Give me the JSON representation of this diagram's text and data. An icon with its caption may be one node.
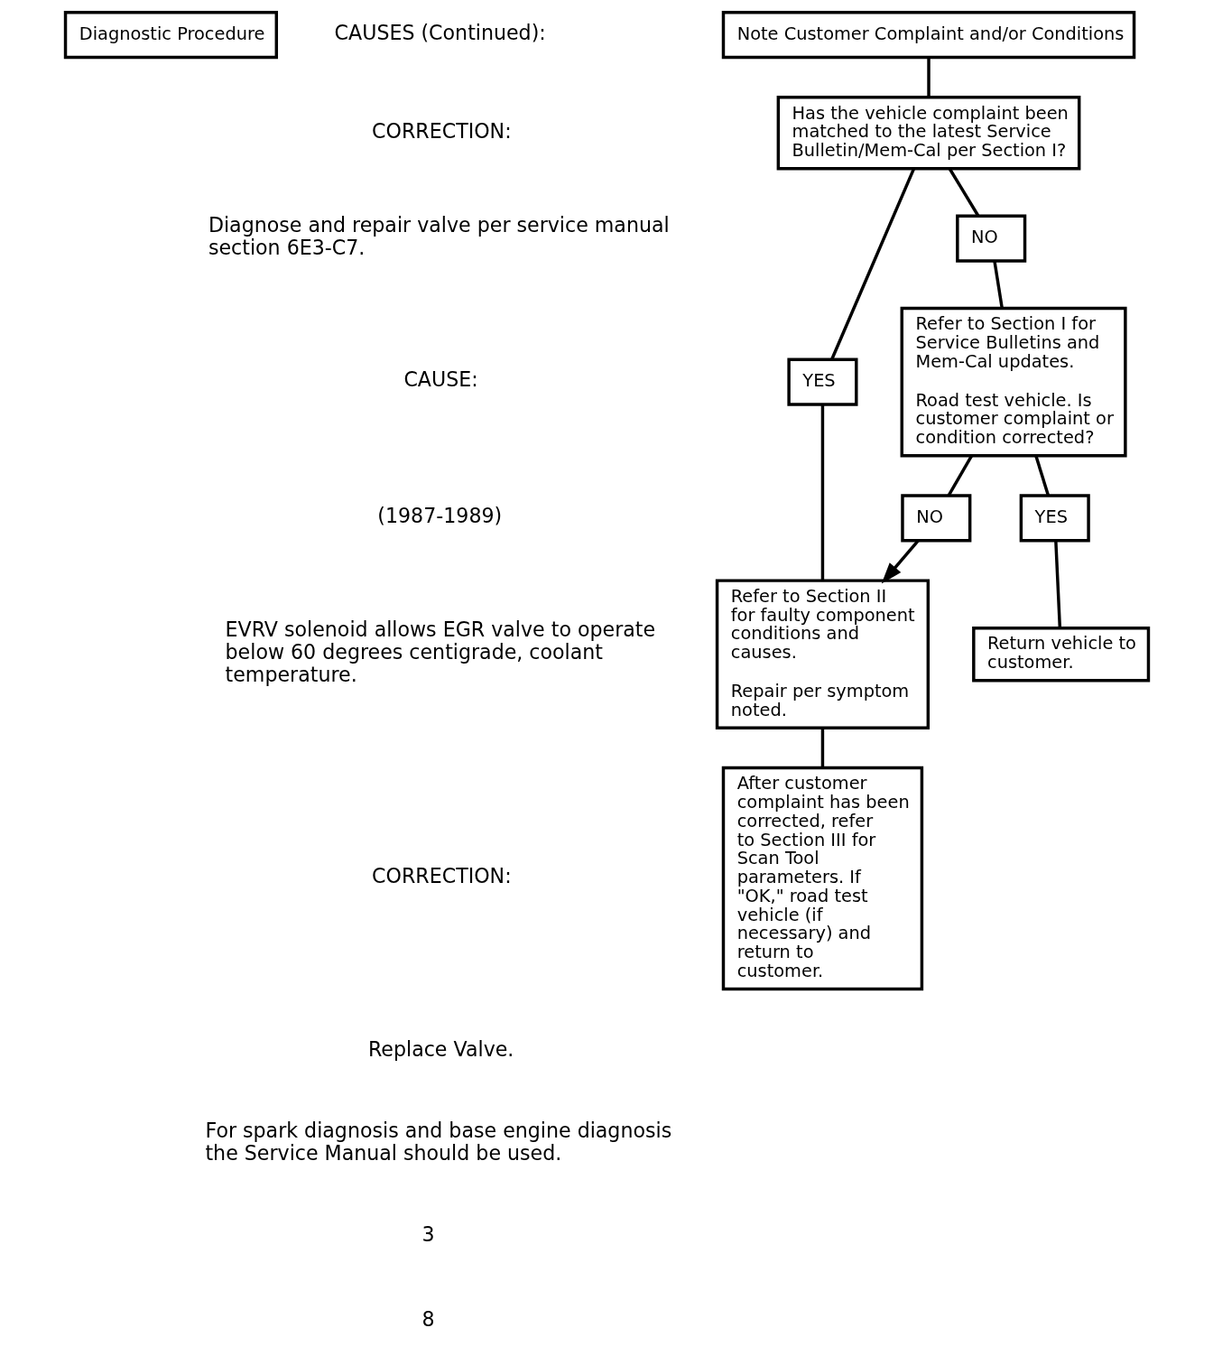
{
  "diagram": {
    "nodes": [
      {
        "text": [
          "Diagnostic Procedure"
        ]
      },
      {
        "text": [
          "Note Customer Complaint and/or Conditions"
        ]
      },
      {
        "text": [
          "Has the vehicle complaint been matched to the latest Service Bulletin/Mem-Cal per Section I?"
        ]
      },
      {
        "text": [
          "YES"
        ]
      },
      {
        "text": [
          "NO"
        ]
      },
      {
        "text": [
          "Refer to Section II for faulty component conditions and causes.",
          "Repair per symptom noted."
        ]
      },
      {
        "text": [
          "Refer to Section I for Service Bulletins and Mem-Cal updates.",
          "Road test vehicle. Is customer complaint or condition corrected?"
        ]
      },
      {
        "text": [
          "NO"
        ]
      },
      {
        "text": [
          "YES"
        ]
      },
      {
        "text": [
          "After customer complaint has been corrected, refer to Section III for Scan Tool parameters. If \"OK,\" road test vehicle (if necessary) and return to customer."
        ]
      },
      {
        "text": [
          "Return vehicle to customer."
        ]
      }
    ],
    "edges": [
      {
        "from": 1,
        "to": 2,
        "arrow": "none"
      },
      {
        "from": 2,
        "to": 3,
        "arrow": "none"
      },
      {
        "from": 2,
        "to": 4,
        "arrow": "none"
      },
      {
        "from": 3,
        "to": 5,
        "arrow": "none"
      },
      {
        "from": 4,
        "to": 6,
        "arrow": "none"
      },
      {
        "from": 6,
        "to": 7,
        "arrow": "none"
      },
      {
        "from": 6,
        "to": 8,
        "arrow": "none"
      },
      {
        "from": 7,
        "to": 5,
        "arrow": "to"
      },
      {
        "from": 8,
        "to": 10,
        "arrow": "none"
      },
      {
        "from": 5,
        "to": 9,
        "arrow": "none"
      }
    ],
    "labels": [
      "CAUSES (Continued):",
      "CORRECTION:",
      "Diagnose and repair valve per service manual section 6E3-C7.",
      "CAUSE:",
      "(1987-1989)",
      "EVRV solenoid allows EGR valve to operate below 60 degrees centigrade, coolant temperature.",
      "CORRECTION:",
      "Replace Valve.",
      "For spark diagnosis and base engine diagnosis the Service Manual should be used.",
      "3",
      "8"
    ]
  }
}
